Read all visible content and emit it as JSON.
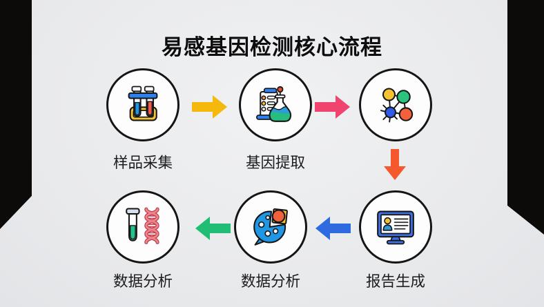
{
  "title": "易感基因检测核心流程",
  "nodes": [
    {
      "id": "sample-collection",
      "label": "样品采集",
      "icon": "test-tube-rack-icon"
    },
    {
      "id": "gene-extraction",
      "label": "基因提取",
      "icon": "clipboard-flask-icon"
    },
    {
      "id": "molecule-network",
      "label": "",
      "icon": "molecule-network-icon"
    },
    {
      "id": "report-generation",
      "label": "报告生成",
      "icon": "monitor-report-icon"
    },
    {
      "id": "data-analysis-chart",
      "label": "数据分析",
      "icon": "chat-pie-chart-icon"
    },
    {
      "id": "data-analysis-dna",
      "label": "数据分析",
      "icon": "dna-test-tube-icon"
    }
  ],
  "arrows": [
    {
      "id": "arrow-1",
      "from": "sample-collection",
      "to": "gene-extraction",
      "direction": "right"
    },
    {
      "id": "arrow-2",
      "from": "gene-extraction",
      "to": "molecule-network",
      "direction": "right"
    },
    {
      "id": "arrow-3",
      "from": "molecule-network",
      "to": "report-generation",
      "direction": "down"
    },
    {
      "id": "arrow-4",
      "from": "report-generation",
      "to": "data-analysis-chart",
      "direction": "left"
    },
    {
      "id": "arrow-5",
      "from": "data-analysis-chart",
      "to": "data-analysis-dna",
      "direction": "left"
    }
  ],
  "colors": {
    "surface": "#E9EAEC",
    "mask": "#0C0B0A",
    "title_text": "#0D0D0D",
    "label_text": "#1C1C1C",
    "node_fill": "#FDFDFD",
    "node_border": "#151515",
    "arrow_yellow": "#F5B80C",
    "arrow_pink": "#F0436E",
    "arrow_orange": "#F4582C",
    "arrow_blue": "#2F6BE0",
    "arrow_green": "#1FBE74"
  }
}
